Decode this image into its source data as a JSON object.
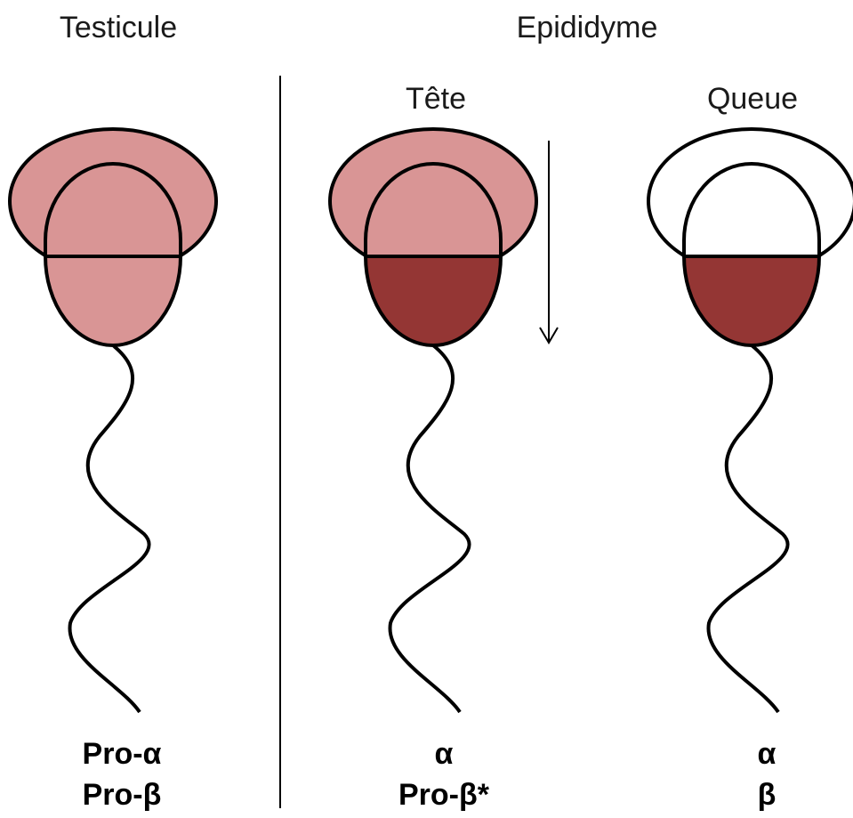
{
  "headers": {
    "testicule": "Testicule",
    "epididyme": "Epididyme",
    "tete": "Tête",
    "queue": "Queue"
  },
  "cells": [
    {
      "id": "testicule",
      "label_line1": "Pro-α",
      "label_line2": "Pro-β",
      "acrosome_color": "#d99595",
      "head_top_color": "#d99595",
      "head_bottom_color": "#d99595"
    },
    {
      "id": "tete",
      "label_line1": "α",
      "label_line2": "Pro-β*",
      "acrosome_color": "#d99595",
      "head_top_color": "#d99595",
      "head_bottom_color": "#943634"
    },
    {
      "id": "queue",
      "label_line1": "α",
      "label_line2": "β",
      "acrosome_color": "#ffffff",
      "head_top_color": "#ffffff",
      "head_bottom_color": "#943634"
    }
  ],
  "colors": {
    "light_pink": "#d99595",
    "dark_red": "#943634",
    "outline": "#000000"
  },
  "icons": {
    "arrow": "down-arrow-icon"
  }
}
